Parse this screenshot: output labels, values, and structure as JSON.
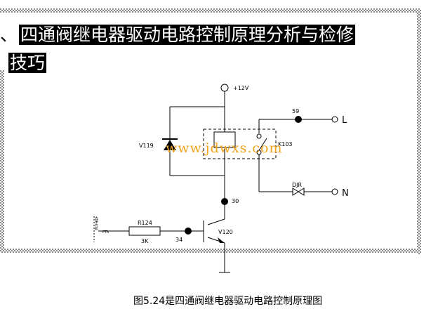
{
  "heading": {
    "prefix": "、",
    "line1": "四通阀继电器驱动电路控制原理分析与检修",
    "line2": "技巧"
  },
  "diagram": {
    "supply_label": "+12V",
    "node_59": "59",
    "terminal_L": "L",
    "terminal_N": "N",
    "diode_label": "V119",
    "relay_label": "K103",
    "node_30": "30",
    "resistor_label": "R124",
    "resistor_value": "3K",
    "node_34": "34",
    "transistor_label": "V120",
    "load_label": "DJR",
    "input_label": "PTA",
    "input_note": "去单片机"
  },
  "watermark": "www.jdwxs.com",
  "caption": "图5.24是四通阀继电器驱动电路控制原理图",
  "colors": {
    "border": "#8a8a8a",
    "watermark": "#f0a31c",
    "line": "#000000"
  }
}
